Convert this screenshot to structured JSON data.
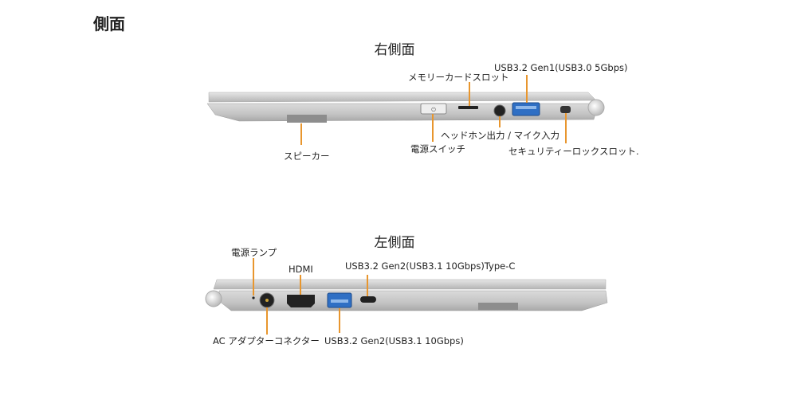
{
  "page_title": "側面",
  "right_side": {
    "title": "右側面",
    "labels": {
      "memory_card_slot": "メモリーカードスロット",
      "usb_gen1": "USB3.2 Gen1(USB3.0 5Gbps)",
      "speaker": "スピーカー",
      "power_switch": "電源スイッチ",
      "headphone_mic": "ヘッドホン出力 / マイク入力",
      "security_lock": "セキュリティーロックスロット."
    }
  },
  "left_side": {
    "title": "左側面",
    "labels": {
      "power_lamp": "電源ランプ",
      "hdmi": "HDMI",
      "usb_type_c": "USB3.2 Gen2(USB3.1 10Gbps)Type-C",
      "ac_adapter": "AC アダプターコネクター",
      "usb_gen2": "USB3.2 Gen2(USB3.1 10Gbps)"
    }
  },
  "colors": {
    "leader": "#e8962e",
    "body": "#c9c9c9",
    "usb_blue": "#2f6fc4"
  }
}
